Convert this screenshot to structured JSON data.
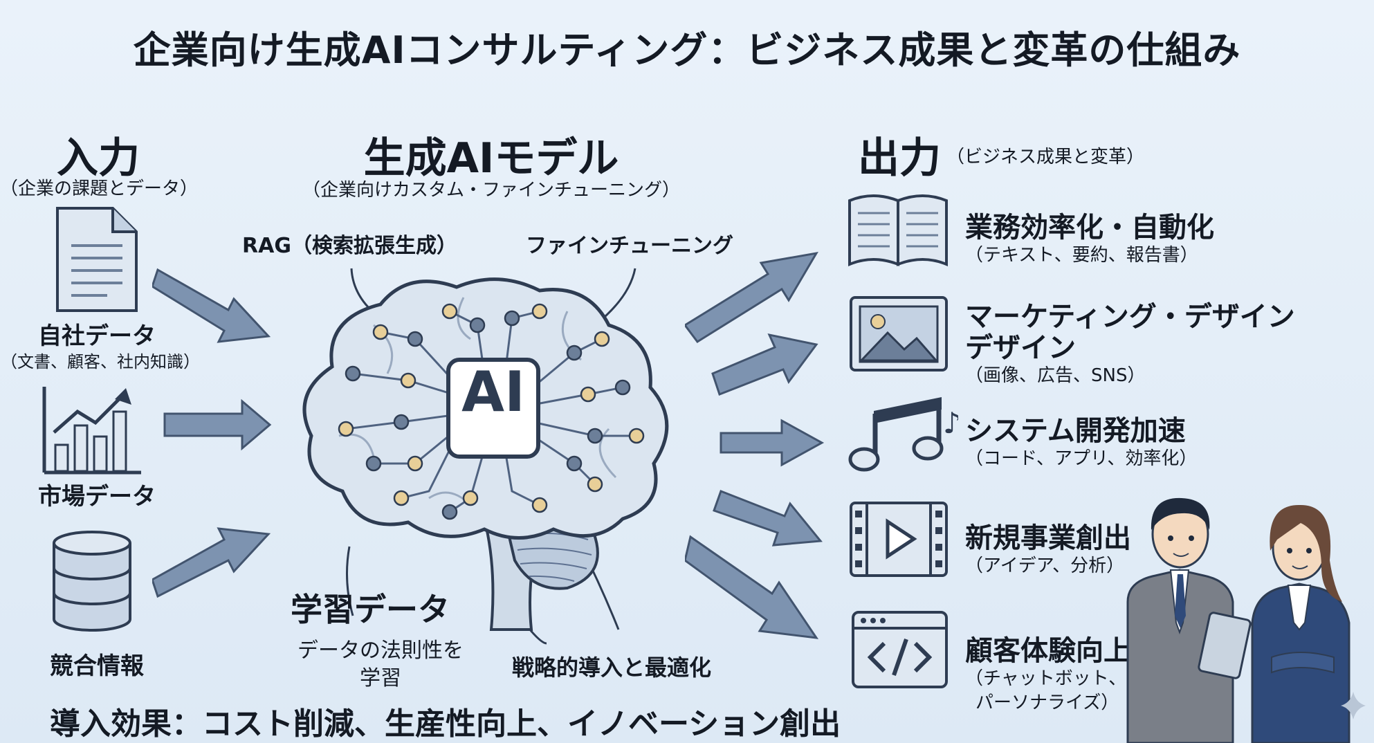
{
  "title": "企業向け生成AIコンサルティング：ビジネス成果と変革の仕組み",
  "input": {
    "heading": "入力",
    "subheading": "（企業の課題とデータ）",
    "items": [
      {
        "label": "自社データ",
        "sub": "（文書、顧客、社内知識）",
        "icon": "document-icon"
      },
      {
        "label": "市場データ",
        "sub": "",
        "icon": "bar-chart-icon"
      },
      {
        "label": "競合情報",
        "sub": "",
        "icon": "database-icon"
      }
    ]
  },
  "model": {
    "heading": "生成AIモデル",
    "subheading": "（企業向けカスタム・ファインチューニング）",
    "chip_label": "AI",
    "callouts": {
      "rag": "RAG（検索拡張生成）",
      "finetune": "ファインチューニング",
      "training_title": "学習データ",
      "training_sub_1": "データの法則性を",
      "training_sub_2": "学習",
      "strategy": "戦略的導入と最適化"
    }
  },
  "output": {
    "heading": "出力",
    "subheading": "（ビジネス成果と変革）",
    "items": [
      {
        "line1": "業務効率化・自動化",
        "line2": "",
        "sub": "（テキスト、要約、報告書）",
        "sub2": "",
        "icon": "book-icon"
      },
      {
        "line1": "マーケティング・デザイン",
        "line2": "デザイン",
        "sub": "（画像、広告、SNS）",
        "sub2": "",
        "icon": "image-icon"
      },
      {
        "line1": "システム開発加速",
        "line2": "",
        "sub": "（コード、アプリ、効率化）",
        "sub2": "",
        "icon": "music-note-icon"
      },
      {
        "line1": "新規事業創出",
        "line2": "",
        "sub": "（アイデア、分析）",
        "sub2": "",
        "icon": "video-play-icon"
      },
      {
        "line1": "顧客体験向上",
        "line2": "",
        "sub": "（チャットボット、",
        "sub2": "パーソナライズ）",
        "icon": "code-window-icon"
      }
    ]
  },
  "footer": "導入効果：コスト削減、生産性向上、イノベーション創出",
  "colors": {
    "ink": "#2e3c52",
    "fill": "#dfe8f2",
    "arrow": "#7d93b0",
    "node": "#e8cf98",
    "node_dark": "#6c7f99"
  }
}
